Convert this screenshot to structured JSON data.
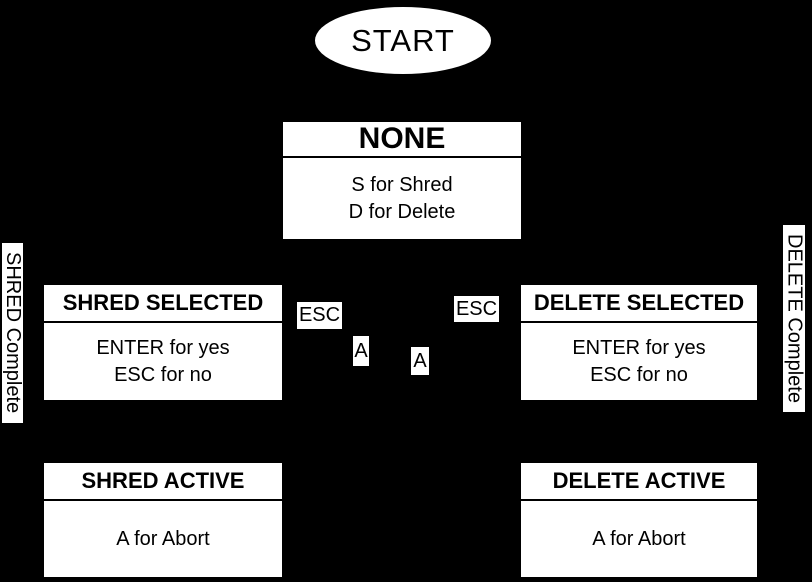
{
  "diagram": {
    "colors": {
      "background": "#000000",
      "node_fill": "#ffffff",
      "text": "#000000"
    },
    "start": {
      "label": "START"
    },
    "states": {
      "none": {
        "title": "NONE",
        "line1": "S for Shred",
        "line2": "D for Delete"
      },
      "shred_selected": {
        "title": "SHRED SELECTED",
        "line1": "ENTER for yes",
        "line2": "ESC for no"
      },
      "delete_selected": {
        "title": "DELETE SELECTED",
        "line1": "ENTER for yes",
        "line2": "ESC for no"
      },
      "shred_active": {
        "title": "SHRED ACTIVE",
        "line1": "A for Abort"
      },
      "delete_active": {
        "title": "DELETE ACTIVE",
        "line1": "A for Abort"
      }
    },
    "edge_labels": {
      "esc_left": "ESC",
      "esc_right": "ESC",
      "a_left": "A",
      "a_right": "A",
      "shred_complete": "SHRED Complete",
      "delete_complete": "DELETE Complete"
    }
  }
}
